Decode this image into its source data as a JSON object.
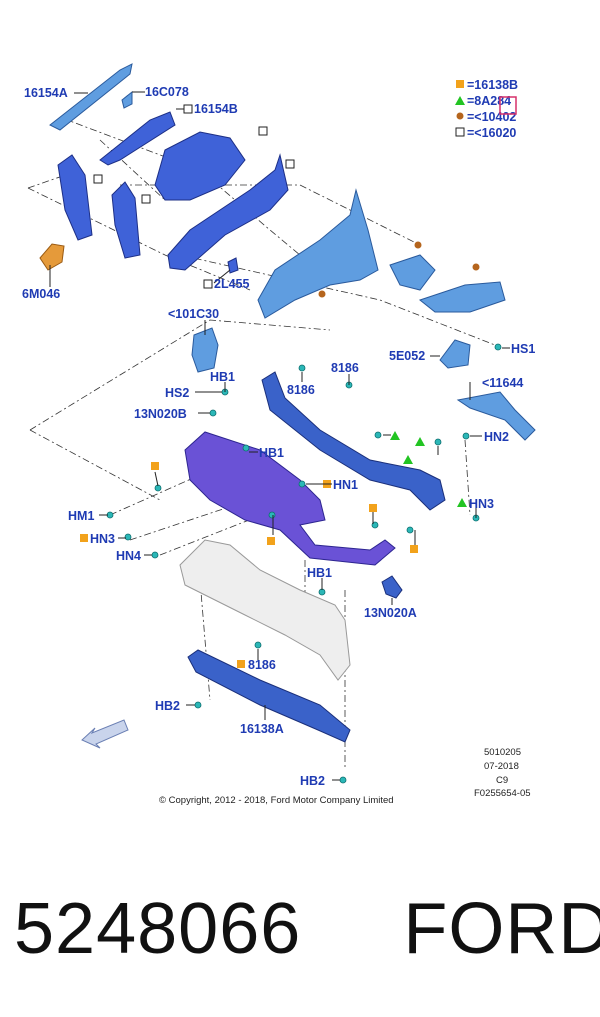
{
  "legend": [
    {
      "symbol": "square-orange",
      "text": "=16138B"
    },
    {
      "symbol": "triangle-green",
      "text": "=8A284"
    },
    {
      "symbol": "circle-brown",
      "text": "=<10402"
    },
    {
      "symbol": "square-outline",
      "text": "=<16020"
    }
  ],
  "labels": {
    "p16154A": "16154A",
    "p16C078": "16C078",
    "p16154B": "16154B",
    "p6M046": "6M046",
    "p2L455": "2L455",
    "p101C30": "<101C30",
    "p5E052": "5E052",
    "pHS1": "HS1",
    "p11644": "<11644",
    "pHN2a": "HN2",
    "pHB1a": "HB1",
    "pHS2": "HS2",
    "p8186a": "8186",
    "p8186b": "8186",
    "p13N020B": "13N020B",
    "pHB1b": "HB1",
    "pHN1": "HN1",
    "pHN3a": "HN3",
    "pHM1": "HM1",
    "pHN3b": "HN3",
    "pHN4": "HN4",
    "pHB1c": "HB1",
    "p13N020A": "13N020A",
    "p8186c": "8186",
    "pHB2a": "HB2",
    "p16138A": "16138A",
    "pHB2b": "HB2"
  },
  "footer": {
    "copyright": "© Copyright, 2012 - 2018, Ford Motor Company Limited",
    "code1": "5010205",
    "code2": "07-2018",
    "code3": "C9",
    "code4": "F0255654-05"
  },
  "caption": {
    "part_number": "5248066",
    "brand": "FORD"
  }
}
